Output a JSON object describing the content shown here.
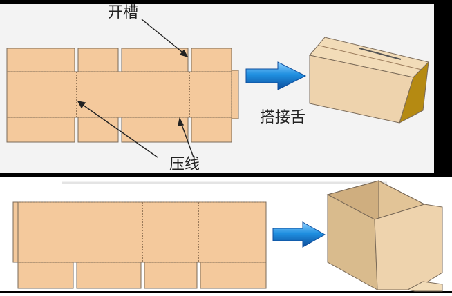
{
  "labels": {
    "slot": "开槽",
    "overlap_tongue": "搭接舌",
    "crease": "压线"
  },
  "colors": {
    "background": "#ffffff",
    "panel_top": "#f3f3f3",
    "frame": "#000000",
    "cardboard": "#f4c99c",
    "cardboard_edge": "#7a6a58",
    "box_face": "#eed3ad",
    "box_side": "#d9bb8d",
    "box_flap": "#f2dcb8",
    "box_end": "#b58a12",
    "arrow_blue": "#1f8fe0",
    "arrow_dark": "#0d4d9c",
    "crease_line": "#9a7a5a",
    "text": "#222222"
  },
  "icons": {
    "arrow": "right-arrow-icon"
  }
}
